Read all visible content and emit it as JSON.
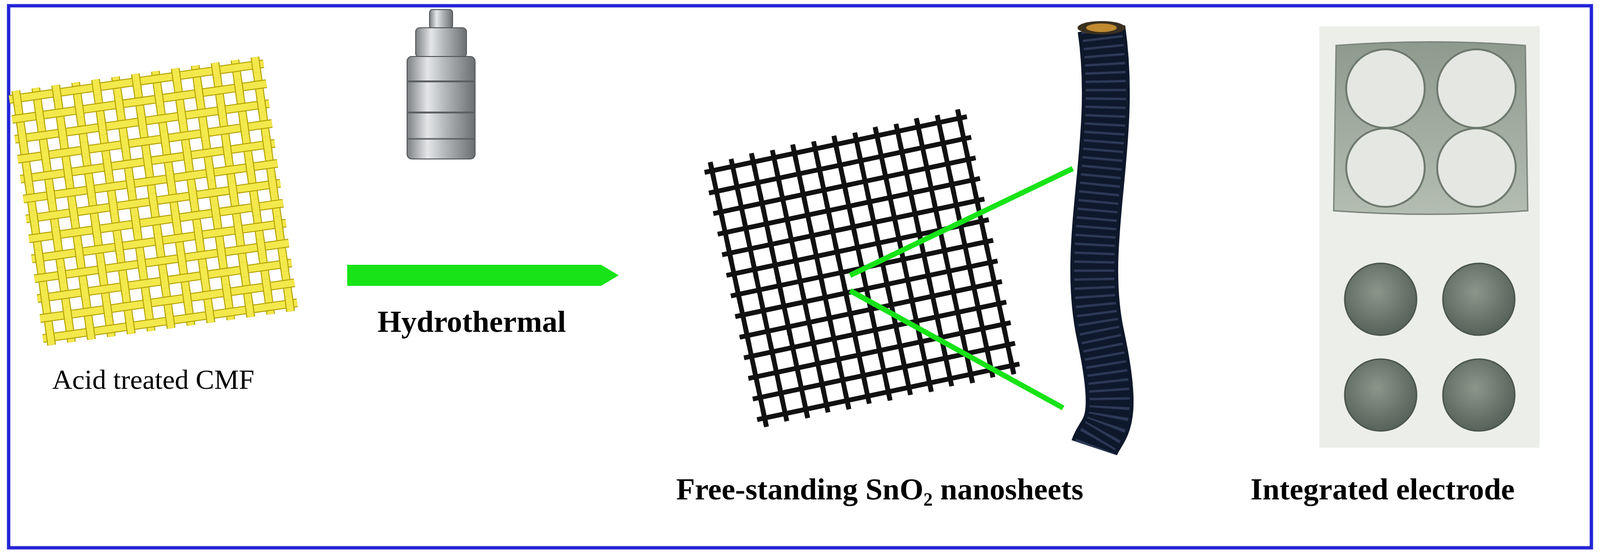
{
  "diagram": {
    "labels": [
      "Acid treated CMF",
      "Hydrothermal",
      "Free-standing SnO₂ nanosheets",
      "Integrated electrode"
    ]
  }
}
